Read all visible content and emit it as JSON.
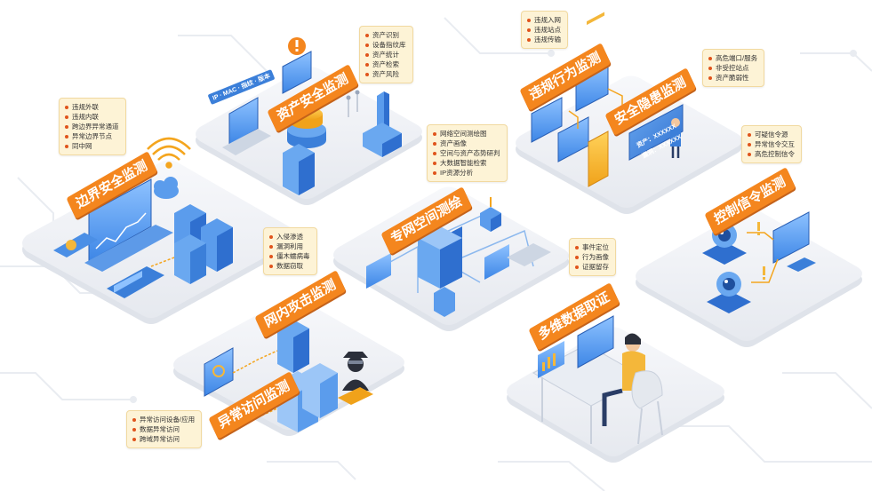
{
  "modules": [
    {
      "id": "border",
      "title": "边界安全监测",
      "items": [
        "违规外联",
        "违规内联",
        "跨边界异常通道",
        "异常边界节点",
        "同中网"
      ]
    },
    {
      "id": "asset",
      "title": "资产安全监测",
      "items": [
        "资产识别",
        "设备指纹库",
        "资产统计",
        "资产检索",
        "资产风险"
      ],
      "screen_label": "IP · MAC · 指纹 · 版本"
    },
    {
      "id": "violation",
      "title": "违规行为监测",
      "items": [
        "违规入网",
        "违规站点",
        "违规传输"
      ]
    },
    {
      "id": "hidden",
      "title": "安全隐患监测",
      "items": [
        "高危端口/服务",
        "非受控站点",
        "资产脆弱性"
      ],
      "panel_lines": [
        "资产：XXXXXX",
        "漏洞：XXXXXX"
      ]
    },
    {
      "id": "space",
      "title": "专网空间测绘",
      "items": [
        "网络空间测绘图",
        "资产画像",
        "空间与资产态势研判",
        "大数据智能检索",
        "IP资源分析"
      ]
    },
    {
      "id": "signal",
      "title": "控制信令监测",
      "items": [
        "可疑信令源",
        "异常信令交互",
        "高危控制信令"
      ]
    },
    {
      "id": "attack",
      "title": "网内攻击监测",
      "items": [
        "入侵渗透",
        "漏洞利用",
        "僵木蠕病毒",
        "数据窃取"
      ]
    },
    {
      "id": "access",
      "title": "异常访问监测",
      "items": [
        "异常访问设备/应用",
        "数据异常访问",
        "跨域异常访问"
      ]
    },
    {
      "id": "forensics",
      "title": "多维数据取证",
      "items": [
        "事件定位",
        "行为画像",
        "证据留存"
      ]
    }
  ],
  "colors": {
    "banner": "#f4861e",
    "note_bg": "#fdf3d6",
    "bullet": "#e0541c",
    "device_blue": "#3b7fd9",
    "tile": "#eef0f4"
  },
  "icons": [
    "wifi-icon",
    "cloud-icon",
    "warning-icon",
    "hacker-icon",
    "camera-icon",
    "person-icon"
  ]
}
